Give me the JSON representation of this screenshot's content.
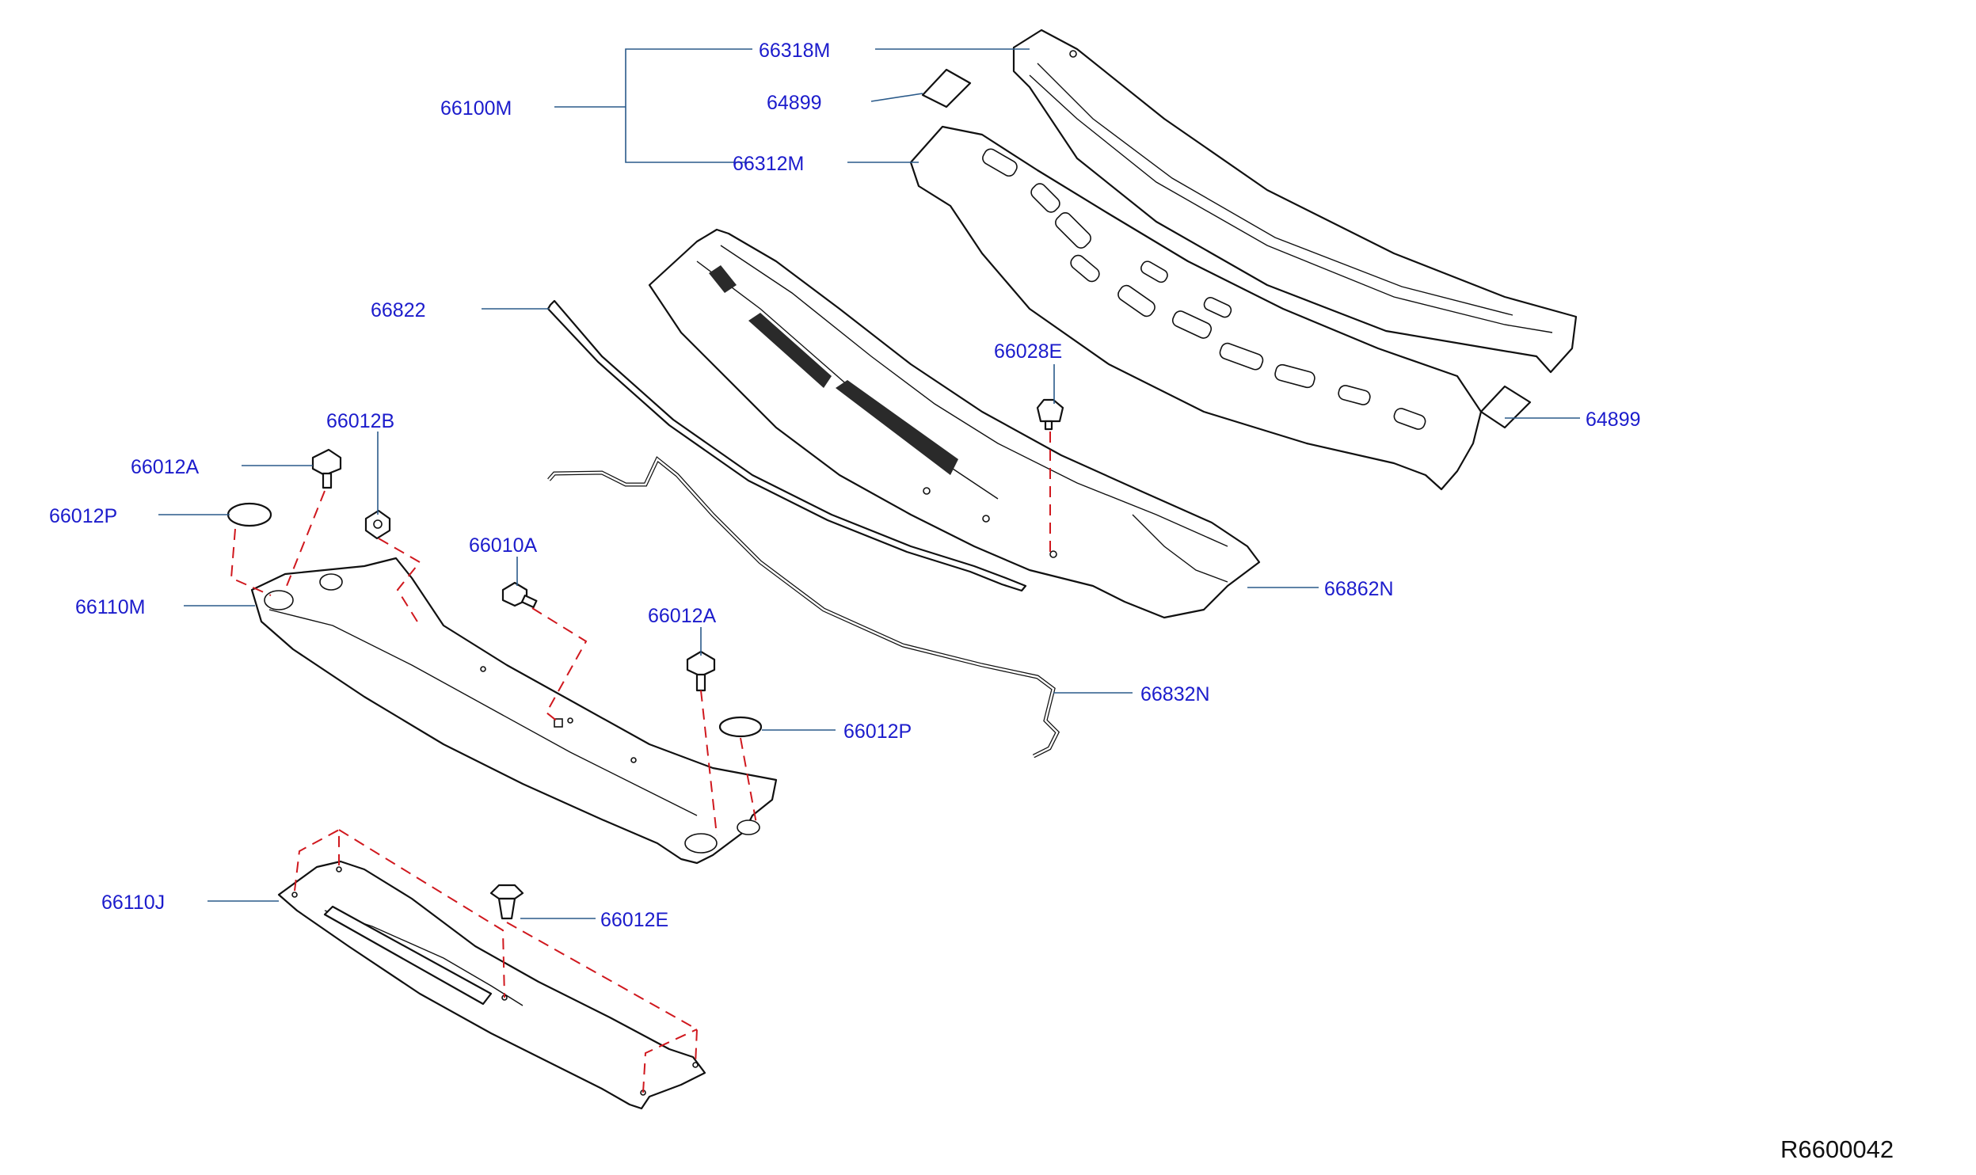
{
  "diagram": {
    "drawing_code": "R6600042",
    "callouts": {
      "c_66318M": "66318M",
      "c_66100M": "66100M",
      "c_64899_top": "64899",
      "c_66312M": "66312M",
      "c_64899_right": "64899",
      "c_66822": "66822",
      "c_66028E": "66028E",
      "c_66012B": "66012B",
      "c_66012A_left": "66012A",
      "c_66012P_left": "66012P",
      "c_66010A": "66010A",
      "c_66110M": "66110M",
      "c_66862N": "66862N",
      "c_66012A_mid": "66012A",
      "c_66832N": "66832N",
      "c_66012P_right": "66012P",
      "c_66110J": "66110J",
      "c_66012E": "66012E"
    },
    "colors": {
      "label": "#1c1ccc",
      "leader": "#2a5a8a",
      "dashed_guide": "#d0181e",
      "outline": "#111111"
    }
  }
}
